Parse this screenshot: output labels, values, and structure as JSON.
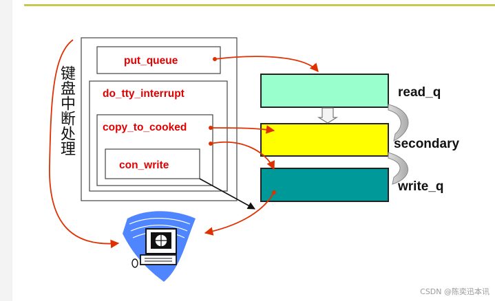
{
  "boxes": {
    "put_queue": "put_queue",
    "do_tty_interrupt": "do_tty_interrupt",
    "copy_to_cooked": "copy_to_cooked",
    "con_write": "con_write"
  },
  "queues": {
    "read_q": "read_q",
    "secondary": "secondary",
    "write_q": "write_q"
  },
  "vertical_label": "键盘中断处理",
  "colors": {
    "read_q": "#99ffcc",
    "secondary": "#ffff00",
    "write_q": "#009999",
    "arrow_red": "#e03000",
    "label_red": "#e00000"
  },
  "icons": [
    "computer-terminal-icon"
  ],
  "watermark": "CSDN @陈奕迅本讯"
}
